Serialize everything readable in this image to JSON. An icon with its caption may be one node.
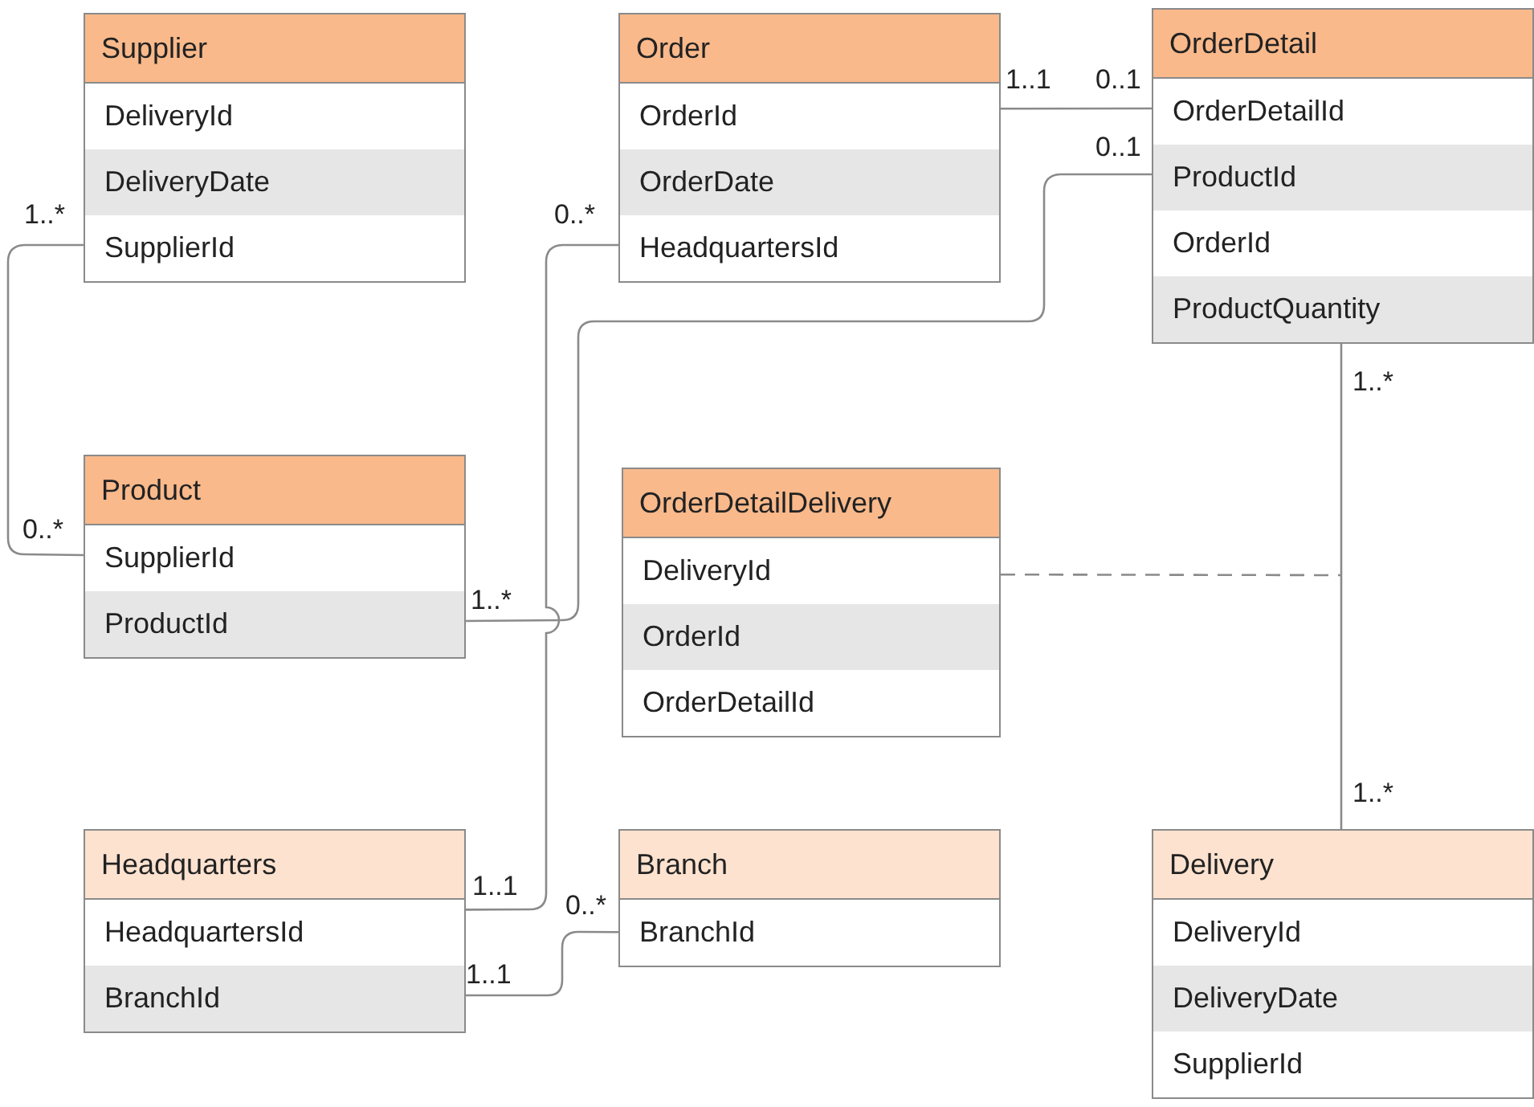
{
  "diagram": {
    "nodes": [
      {
        "text": [
          "Supplier",
          "DeliveryId",
          "DeliveryDate",
          "SupplierId"
        ]
      },
      {
        "text": [
          "Order",
          "OrderId",
          "OrderDate",
          "HeadquartersId"
        ]
      },
      {
        "text": [
          "OrderDetail",
          "OrderDetailId",
          "ProductId",
          "OrderId",
          "ProductQuantity"
        ]
      },
      {
        "text": [
          "Product",
          "SupplierId",
          "ProductId"
        ]
      },
      {
        "text": [
          "OrderDetailDelivery",
          "DeliveryId",
          "OrderId",
          "OrderDetailId"
        ]
      },
      {
        "text": [
          "Headquarters",
          "HeadquartersId",
          "BranchId"
        ]
      },
      {
        "text": [
          "Branch",
          "BranchId"
        ]
      },
      {
        "text": [
          "Delivery",
          "DeliveryId",
          "DeliveryDate",
          "SupplierId"
        ]
      }
    ],
    "edges": [
      {
        "from": 0,
        "to": 3,
        "arrow": "none"
      },
      {
        "from": 1,
        "to": 2,
        "arrow": "none"
      },
      {
        "from": 2,
        "to": 3,
        "arrow": "none"
      },
      {
        "from": 1,
        "to": 5,
        "arrow": "none"
      },
      {
        "from": 5,
        "to": 6,
        "arrow": "none"
      },
      {
        "from": 2,
        "to": 7,
        "arrow": "none"
      },
      {
        "from": 4,
        "to": null,
        "arrow": "none",
        "style": "dashed"
      }
    ],
    "labels": [
      "1..1",
      "0..1",
      "0..1",
      "1..*",
      "0..*",
      "1..*",
      "0..*",
      "1..*",
      "1..*",
      "1..1",
      "0..*",
      "1..1"
    ]
  }
}
